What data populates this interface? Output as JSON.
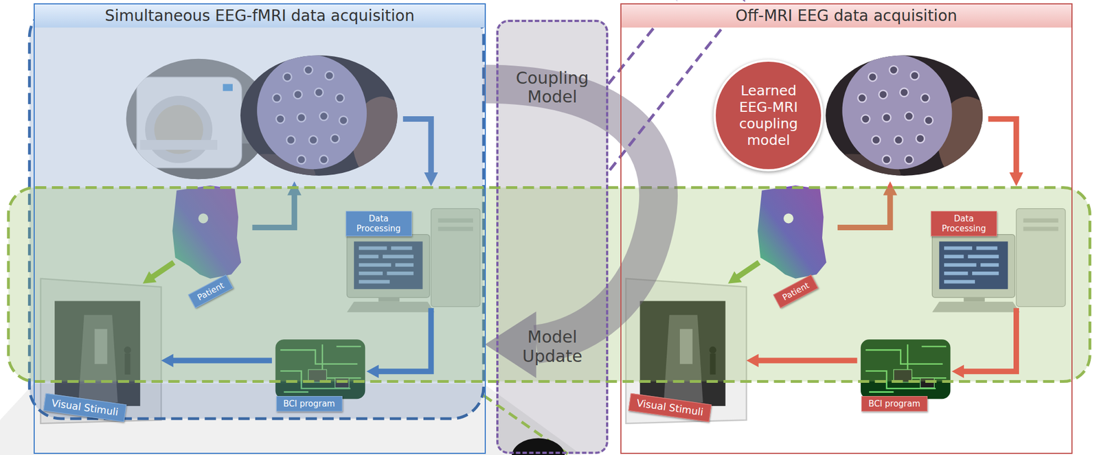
{
  "diagram": {
    "nodes": [
      {
        "text": [
          "Simultaneous EEG-fMRI data acquisition"
        ]
      },
      {
        "text": [
          "Patient"
        ],
        "in": 0
      },
      {
        "text": [
          "Data Processing"
        ],
        "in": 0
      },
      {
        "text": [
          "Visual Stimuli"
        ],
        "in": 0
      },
      {
        "text": [
          "BCI program"
        ],
        "in": 0
      },
      {
        "text": [
          "Coupling Model",
          "Model Update"
        ]
      },
      {
        "text": [
          "Off-MRI EEG data acquisition"
        ]
      },
      {
        "text": [
          "Learned EEG-MRI coupling model"
        ],
        "in": 6
      },
      {
        "text": [
          "Patient"
        ],
        "in": 6
      },
      {
        "text": [
          "Data Processing"
        ],
        "in": 6
      },
      {
        "text": [
          "Visual Stimuli"
        ],
        "in": 6
      },
      {
        "text": [
          "BCI program"
        ],
        "in": 6
      }
    ],
    "edges": [
      {
        "from": 2,
        "to": 4,
        "arrow": "to"
      },
      {
        "from": 4,
        "to": 3,
        "arrow": "to"
      },
      {
        "from": 1,
        "to": 3,
        "arrow": "to"
      },
      {
        "from": 9,
        "to": 11,
        "arrow": "to"
      },
      {
        "from": 11,
        "to": 10,
        "arrow": "to"
      },
      {
        "from": 8,
        "to": 10,
        "arrow": "to"
      }
    ]
  }
}
